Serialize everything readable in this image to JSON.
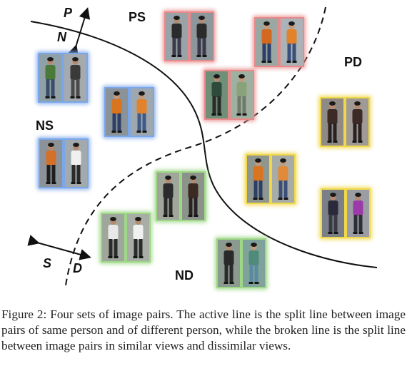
{
  "figure": {
    "labels": {
      "ps": "PS",
      "pd": "PD",
      "ns": "NS",
      "nd": "ND",
      "p": "P",
      "n": "N",
      "s": "S",
      "d": "D"
    },
    "pairs": [
      {
        "group": "PS",
        "glow": "#e98a8a",
        "people": [
          {
            "top": "#2b2b2b",
            "bottom": "#3a3a4a",
            "skin": "#b58a6e",
            "bg": "#9aa3a8"
          },
          {
            "top": "#2b2b2b",
            "bottom": "#3a3a4a",
            "skin": "#b58a6e",
            "bg": "#8d969b"
          }
        ]
      },
      {
        "group": "PS",
        "glow": "#e98a8a",
        "people": [
          {
            "top": "#d2691e",
            "bottom": "#2c3e6a",
            "skin": "#c49a7a",
            "bg": "#9aa7a3"
          },
          {
            "top": "#e2822a",
            "bottom": "#3a4f7a",
            "skin": "#c49a7a",
            "bg": "#aab3b8"
          }
        ]
      },
      {
        "group": "PS",
        "glow": "#e98a8a",
        "people": [
          {
            "top": "#2e4a3a",
            "bottom": "#2a2a2a",
            "skin": "#b58a6e",
            "bg": "#6f8f78"
          },
          {
            "top": "#8aa27a",
            "bottom": "#6f7a6a",
            "skin": "#c49a7a",
            "bg": "#9fb0a0"
          }
        ]
      },
      {
        "group": "PD",
        "glow": "#f0d84a",
        "people": [
          {
            "top": "#3b2a26",
            "bottom": "#2a2222",
            "skin": "#b58a6e",
            "bg": "#8f8a86"
          },
          {
            "top": "#3b2a26",
            "bottom": "#2a2222",
            "skin": "#b58a6e",
            "bg": "#a09a96"
          }
        ]
      },
      {
        "group": "PD",
        "glow": "#f0d84a",
        "people": [
          {
            "top": "#d9741f",
            "bottom": "#2d3f66",
            "skin": "#c49a7a",
            "bg": "#8f9690"
          },
          {
            "top": "#e08a3a",
            "bottom": "#3b4e78",
            "skin": "#c49a7a",
            "bg": "#a8aca6"
          }
        ]
      },
      {
        "group": "PD",
        "glow": "#f0d84a",
        "people": [
          {
            "top": "#2a2a3a",
            "bottom": "#3a3a44",
            "skin": "#b58a6e",
            "bg": "#7b7f86"
          },
          {
            "top": "#9b3aa8",
            "bottom": "#2e2e3a",
            "skin": "#b58a6e",
            "bg": "#9a9ea4"
          }
        ]
      },
      {
        "group": "NS",
        "glow": "#7aa7ea",
        "people": [
          {
            "top": "#4a7a3a",
            "bottom": "#3b4c6a",
            "skin": "#b58a6e",
            "bg": "#8fa0a6"
          },
          {
            "top": "#3a3a3a",
            "bottom": "#4a4a4a",
            "skin": "#b58a6e",
            "bg": "#a5aaae"
          }
        ]
      },
      {
        "group": "NS",
        "glow": "#7aa7ea",
        "people": [
          {
            "top": "#d9741f",
            "bottom": "#2d3f66",
            "skin": "#c49a7a",
            "bg": "#8b9298"
          },
          {
            "top": "#e2822a",
            "bottom": "#3f5a86",
            "skin": "#c49a7a",
            "bg": "#9ea8ae"
          }
        ]
      },
      {
        "group": "NS",
        "glow": "#7aa7ea",
        "people": [
          {
            "top": "#d4702a",
            "bottom": "#1f1f1f",
            "skin": "#b58a6e",
            "bg": "#8c9297"
          },
          {
            "top": "#f0f0f0",
            "bottom": "#2a2a2a",
            "skin": "#b58a6e",
            "bg": "#a3aaae"
          }
        ]
      },
      {
        "group": "ND",
        "glow": "#9ed886",
        "people": [
          {
            "top": "#2b2b2b",
            "bottom": "#2a2a2a",
            "skin": "#b58a6e",
            "bg": "#a0a79a"
          },
          {
            "top": "#3b2a22",
            "bottom": "#2a2222",
            "skin": "#b58a6e",
            "bg": "#8c938a"
          }
        ]
      },
      {
        "group": "ND",
        "glow": "#9ed886",
        "people": [
          {
            "top": "#e8e8e8",
            "bottom": "#2a2a2a",
            "skin": "#b58a6e",
            "bg": "#9fa69c"
          },
          {
            "top": "#f0f0f0",
            "bottom": "#2a2a2a",
            "skin": "#b58a6e",
            "bg": "#a8aea6"
          }
        ]
      },
      {
        "group": "ND",
        "glow": "#9ed886",
        "people": [
          {
            "top": "#2a2a2a",
            "bottom": "#2a2a2a",
            "skin": "#b58a6e",
            "bg": "#8a9a8e"
          },
          {
            "top": "#4f8a7a",
            "bottom": "#5a8aa0",
            "skin": "#c49a7a",
            "bg": "#7fa39a"
          }
        ]
      }
    ]
  },
  "caption": "Figure 2: Four sets of image pairs. The active line is the split line between image pairs of same person and of different person, while the broken line is the split line between image pairs in similar views and dissimilar views."
}
